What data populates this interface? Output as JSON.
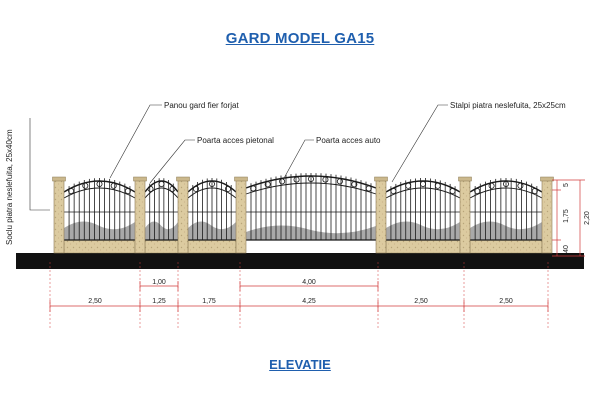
{
  "title": "GARD MODEL GA15",
  "view_caption": "ELEVATIE",
  "colors": {
    "title_blue": "#1f5fae",
    "dimension_red": "#d23c3c",
    "pillar_stone": "#dccba0",
    "ground": "#111111",
    "iron": "#1a1a1a",
    "grey_plate": "#9a9a9a"
  },
  "callouts": {
    "panel": "Panou gard fier forjat",
    "pedestrian_gate": "Poarta acces pietonal",
    "car_gate": "Poarta acces auto",
    "pillars": "Stalpi piatra neslefuita, 25x25cm",
    "plinth": "Soclu piatra neslefuita, 25x40cm"
  },
  "gate_dimensions": {
    "pedestrian_opening": "1,00",
    "car_opening": "4,00"
  },
  "span_dimensions": [
    "2,50",
    "1,25",
    "1,75",
    "4,25",
    "2,50",
    "2,50"
  ],
  "height_dimensions": {
    "top": "5",
    "middle": "1,75",
    "base": "40",
    "total": "2,20"
  }
}
